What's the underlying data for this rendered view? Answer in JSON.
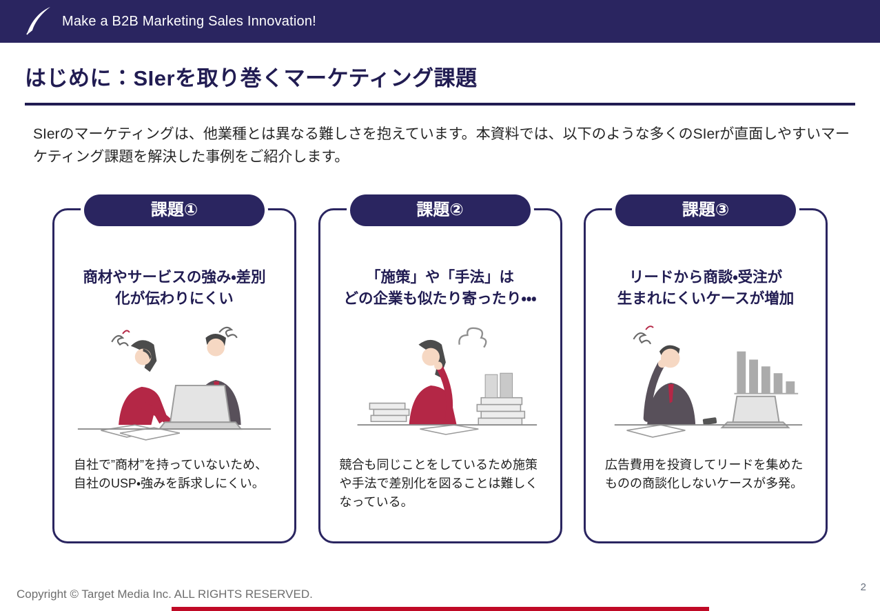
{
  "banner": {
    "tagline": "Make a B2B Marketing Sales Innovation!",
    "icon": "quill-pen-icon"
  },
  "title": "はじめに：SIerを取り巻くマーケティング課題",
  "intro": "SIerのマーケティングは、他業種とは異なる難しさを抱えています。本資料では、以下のような多くのSIerが直面しやすいマーケティング課題を解決した事例をご紹介します。",
  "cards": [
    {
      "badge": "課題①",
      "title": "商材やサービスの強み・差別\n化が伝わりにくい",
      "description": "自社で”商材”を持っていないため、自社のUSP・強みを訴求しにくい。",
      "illustration": "stressed-coworkers-at-laptop"
    },
    {
      "badge": "課題②",
      "title": "「施策」や「手法」は\nどの企業も似たり寄ったり・・・",
      "description": "競合も同じことをしているため施策や手法で差別化を図ることは難しくなっている。",
      "illustration": "pondering-woman-with-paper-stacks"
    },
    {
      "badge": "課題③",
      "title": "リードから商談・受注が\n生まれにくいケースが増加",
      "description": "広告費用を投資してリードを集めたものの商談化しないケースが多発。",
      "illustration": "frustrated-man-declining-chart"
    }
  ],
  "footer": {
    "copyright": "Copyright © Target Media Inc. ALL RIGHTS RESERVED.",
    "page_number": "2"
  },
  "colors": {
    "navy": "#2A2560",
    "navy_text": "#211C52",
    "accent_red": "#C00A26",
    "illustration_red": "#B42746",
    "footer_gray": "#6E6E6E"
  }
}
